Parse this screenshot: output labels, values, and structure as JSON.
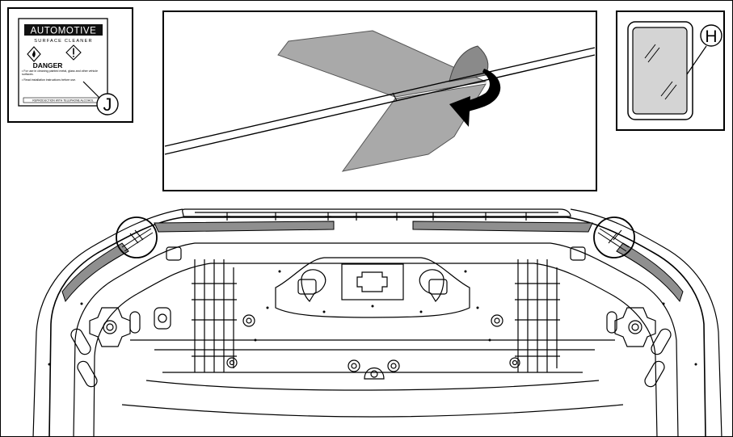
{
  "inset_product": {
    "brand": "AUTOMOTIVE",
    "subtitle": "SURFACE CLEANER",
    "warning": "DANGER",
    "bullet_1": "• For use in cleaning painted metal, glass and other vehicle surfaces.",
    "bullet_2": "• Read installation instructions before use.",
    "footer": "REPRODUCTION WITH TELEPHONE ALCOHOL"
  },
  "callouts": {
    "product_letter": "J",
    "pad_letter": "H"
  },
  "colors": {
    "line": "#000000",
    "tape_fill": "#a9a9a9",
    "tape_dark": "#555555",
    "pad_fill": "#d4d4d4"
  }
}
